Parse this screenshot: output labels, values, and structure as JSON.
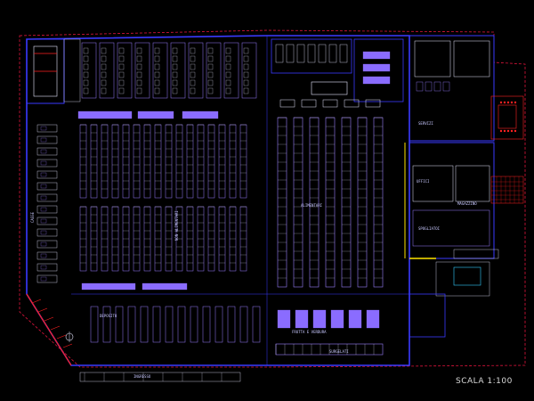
{
  "drawing": {
    "scale_label": "SCALA 1:100",
    "colors": {
      "background": "#000000",
      "outer_wall": "#e0143c",
      "inner_wall": "#3a3aff",
      "shelving": "#9a7dff",
      "fixture_fill": "#8a6cff",
      "detail_white": "#e6e6ff",
      "accent_yellow": "#ffe400",
      "accent_red": "#ff2020",
      "accent_cyan": "#33ccff"
    },
    "labels": {
      "center_aisle": "ALIMENTARI",
      "bottom_left_zone": "DEPOSITO",
      "bottom_center_zone": "FRUTTA E VERDURA",
      "bottom_right_zone": "SURGELATI",
      "right_room_a": "UFFICI",
      "right_room_b": "SERVIZI",
      "right_room_c": "MAGAZZINO",
      "right_room_d": "SPOGLIATOI",
      "left_zone": "CASSE",
      "mid_zone": "NON ALIMENTARI",
      "entrance": "INGRESSO"
    }
  }
}
